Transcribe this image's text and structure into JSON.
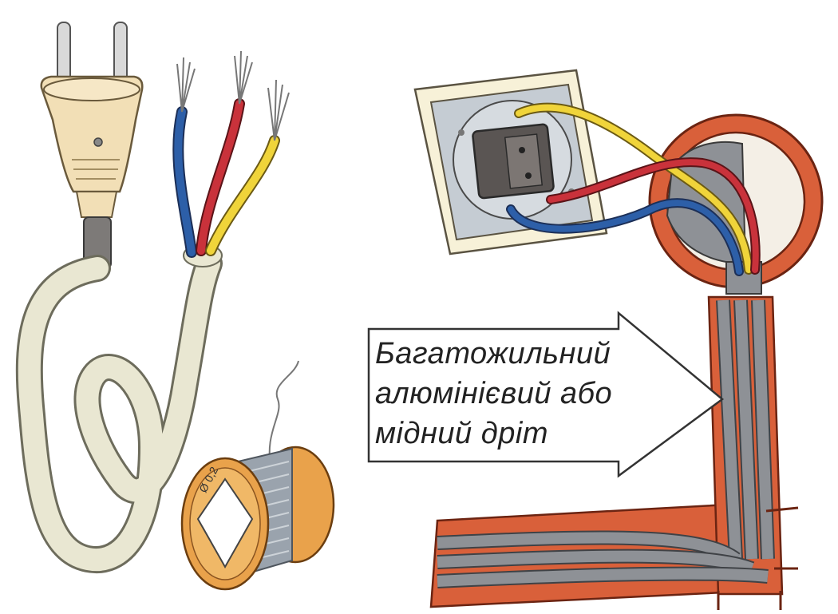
{
  "arrow_label": {
    "line1": "Багатожильний",
    "line2": "алюмінієвий або",
    "line3": "мідний дріт"
  },
  "spool_label": "Ø 0,2",
  "colors": {
    "cable_sheath": "#e9e7d2",
    "wire_blue": "#2d5fa8",
    "wire_red": "#c9323b",
    "wire_yellow": "#f0d43a",
    "conduit_orange": "#d9603a",
    "wire_grey": "#8e9196",
    "plug_body": "#f2dfb6",
    "spool_wood": "#e9a24b"
  },
  "icons": [
    "plug-icon",
    "socket-icon",
    "spool-icon",
    "arrow-icon"
  ]
}
